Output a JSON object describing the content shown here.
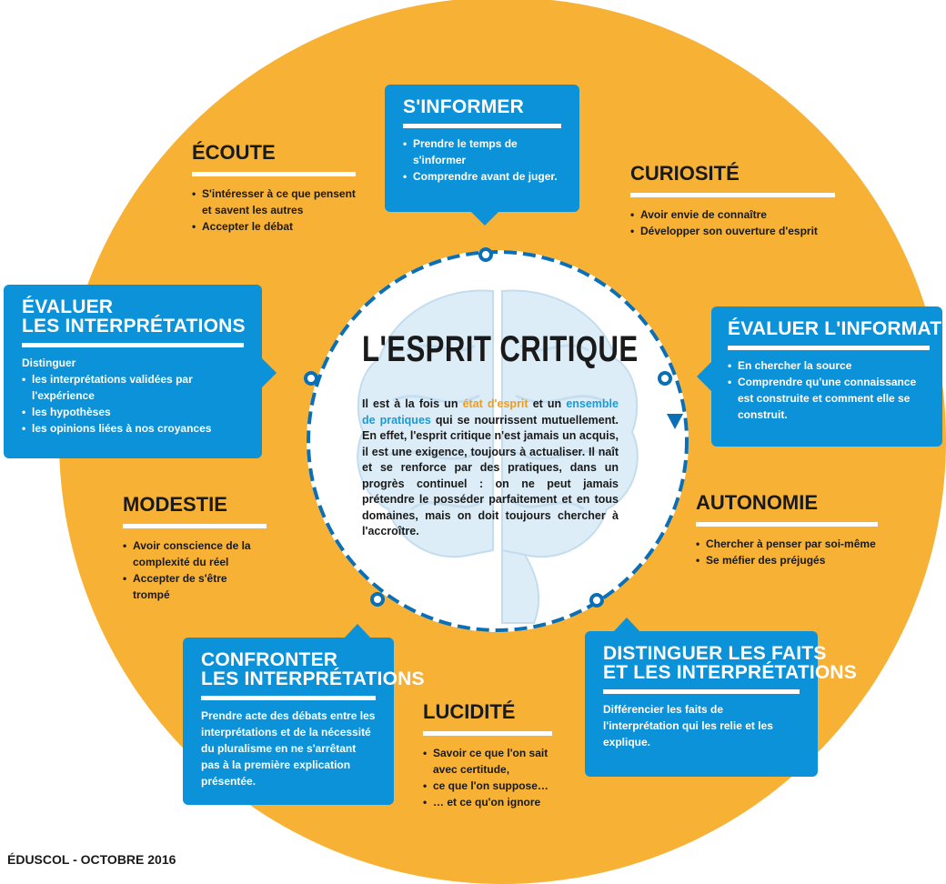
{
  "center": {
    "title": "L'ESPRIT CRITIQUE",
    "text_1": "Il est à la fois un ",
    "hl_1": "état d'esprit",
    "text_2": " et un ",
    "hl_2": "ensemble de pratiques",
    "text_3": " qui se nourrissent mutuellement. En effet, l'esprit critique n'est jamais un acquis, il est une exigence, toujours à actualiser. Il naît et se renforce par des pratiques, dans un progrès continuel : on ne peut jamais prétendre le posséder parfaitement et en tous domaines, mais on doit toujours chercher à l'accroître."
  },
  "practices": {
    "informer": {
      "title": "S'INFORMER",
      "items": [
        "Prendre le temps de s'informer",
        "Comprendre avant de juger."
      ]
    },
    "evaluer_information": {
      "title": "ÉVALUER L'INFORMATION",
      "items": [
        "En chercher la source",
        "Comprendre qu'une connaissance est construite et comment elle se construit."
      ]
    },
    "distinguer": {
      "title_1": "DISTINGUER LES FAITS",
      "title_2": "ET LES INTERPRÉTATIONS",
      "text": "Différencier les faits de l'interprétation qui les relie et les explique."
    },
    "confronter": {
      "title_1": "CONFRONTER",
      "title_2": "LES INTERPRÉTATIONS",
      "text": "Prendre acte des débats entre les interprétations et de la nécessité du pluralisme en ne s'arrêtant pas à la première explication présentée."
    },
    "evaluer_interpretations": {
      "title_1": "ÉVALUER",
      "title_2": "LES INTERPRÉTATIONS",
      "intro": "Distinguer",
      "items": [
        "les interprétations validées par l'expérience",
        "les hypothèses",
        "les opinions liées à nos croyances"
      ]
    }
  },
  "attitudes": {
    "ecoute": {
      "title": "ÉCOUTE",
      "items": [
        "S'intéresser à ce que pensent et savent les autres",
        "Accepter le débat"
      ]
    },
    "curiosite": {
      "title": "CURIOSITÉ",
      "items": [
        "Avoir envie de connaître",
        "Développer son ouverture d'esprit"
      ]
    },
    "autonomie": {
      "title": "AUTONOMIE",
      "items": [
        "Chercher à penser par soi-même",
        "Se méfier des préjugés"
      ]
    },
    "lucidite": {
      "title": "LUCIDITÉ",
      "items": [
        "Savoir ce que l'on sait avec certitude,",
        "ce que l'on suppose…",
        "… et ce qu'on ignore"
      ]
    },
    "modestie": {
      "title": "MODESTIE",
      "items": [
        "Avoir conscience de la complexité du réel",
        "Accepter de s'être trompé"
      ]
    }
  },
  "footer": "ÉDUSCOL - OCTOBRE 2016",
  "colors": {
    "orange": "#f7b135",
    "blue": "#0b92d8",
    "dark_blue": "#0b6fb5",
    "highlight_orange": "#f39b1a",
    "highlight_blue": "#1a9ad6"
  }
}
